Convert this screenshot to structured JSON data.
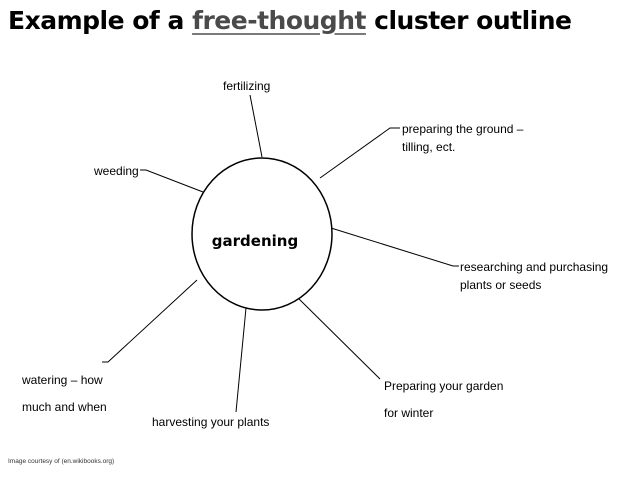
{
  "slide": {
    "title_prefix": "Example of a ",
    "title_highlight": "free-thought",
    "title_suffix": " cluster outline",
    "credit": "Image courtesy of (en.wikibooks.org)"
  },
  "diagram": {
    "center": "gardening",
    "nodes": [
      {
        "id": "fertilizing",
        "lines": [
          "fertilizing"
        ]
      },
      {
        "id": "preparing-ground",
        "lines": [
          "preparing the ground –",
          "tilling, ect."
        ]
      },
      {
        "id": "weeding",
        "lines": [
          "weeding"
        ]
      },
      {
        "id": "researching",
        "lines": [
          "researching and purchasing",
          "plants or seeds"
        ]
      },
      {
        "id": "watering",
        "lines": [
          "watering – how",
          "much and when"
        ]
      },
      {
        "id": "harvesting",
        "lines": [
          "harvesting your plants"
        ]
      },
      {
        "id": "winter",
        "lines": [
          "Preparing  your garden",
          "for winter"
        ]
      }
    ]
  }
}
